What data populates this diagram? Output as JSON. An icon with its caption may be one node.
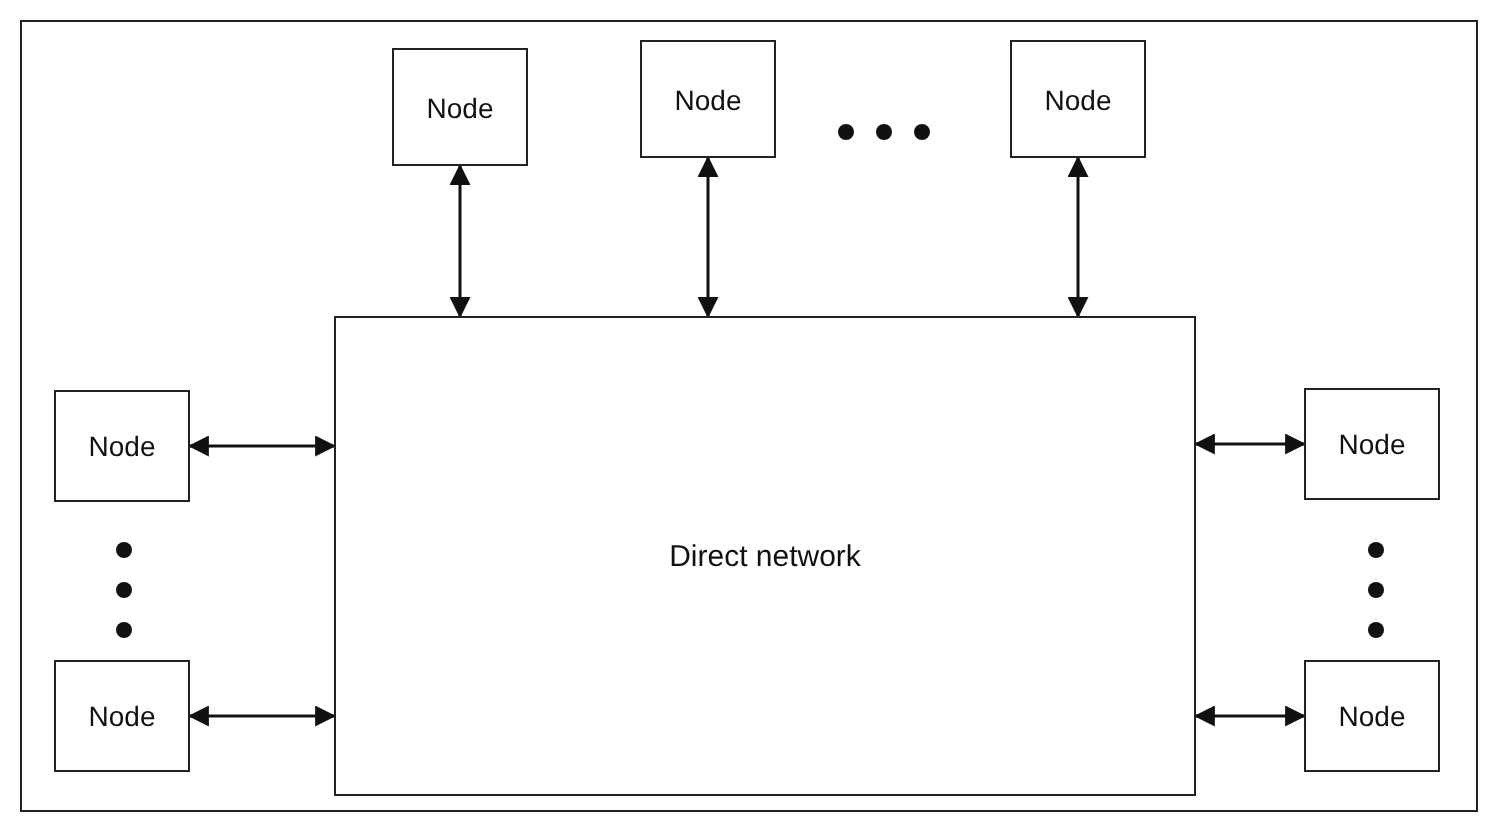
{
  "diagram": {
    "nodes": [
      {
        "text": [
          "Node"
        ]
      },
      {
        "text": [
          "Node"
        ]
      },
      {
        "text": [
          "Node"
        ]
      },
      {
        "text": [
          "Node"
        ]
      },
      {
        "text": [
          "Direct network"
        ]
      },
      {
        "text": [
          "Node"
        ]
      },
      {
        "text": [
          "Node"
        ]
      },
      {
        "text": [
          "Node"
        ]
      }
    ],
    "edges": [
      {
        "from": 0,
        "to": 4,
        "arrow": "both"
      },
      {
        "from": 1,
        "to": 4,
        "arrow": "both"
      },
      {
        "from": 2,
        "to": 4,
        "arrow": "both"
      },
      {
        "from": 3,
        "to": 4,
        "arrow": "both"
      },
      {
        "from": 6,
        "to": 4,
        "arrow": "both"
      },
      {
        "from": 5,
        "to": 4,
        "arrow": "both"
      },
      {
        "from": 7,
        "to": 4,
        "arrow": "both"
      }
    ]
  }
}
